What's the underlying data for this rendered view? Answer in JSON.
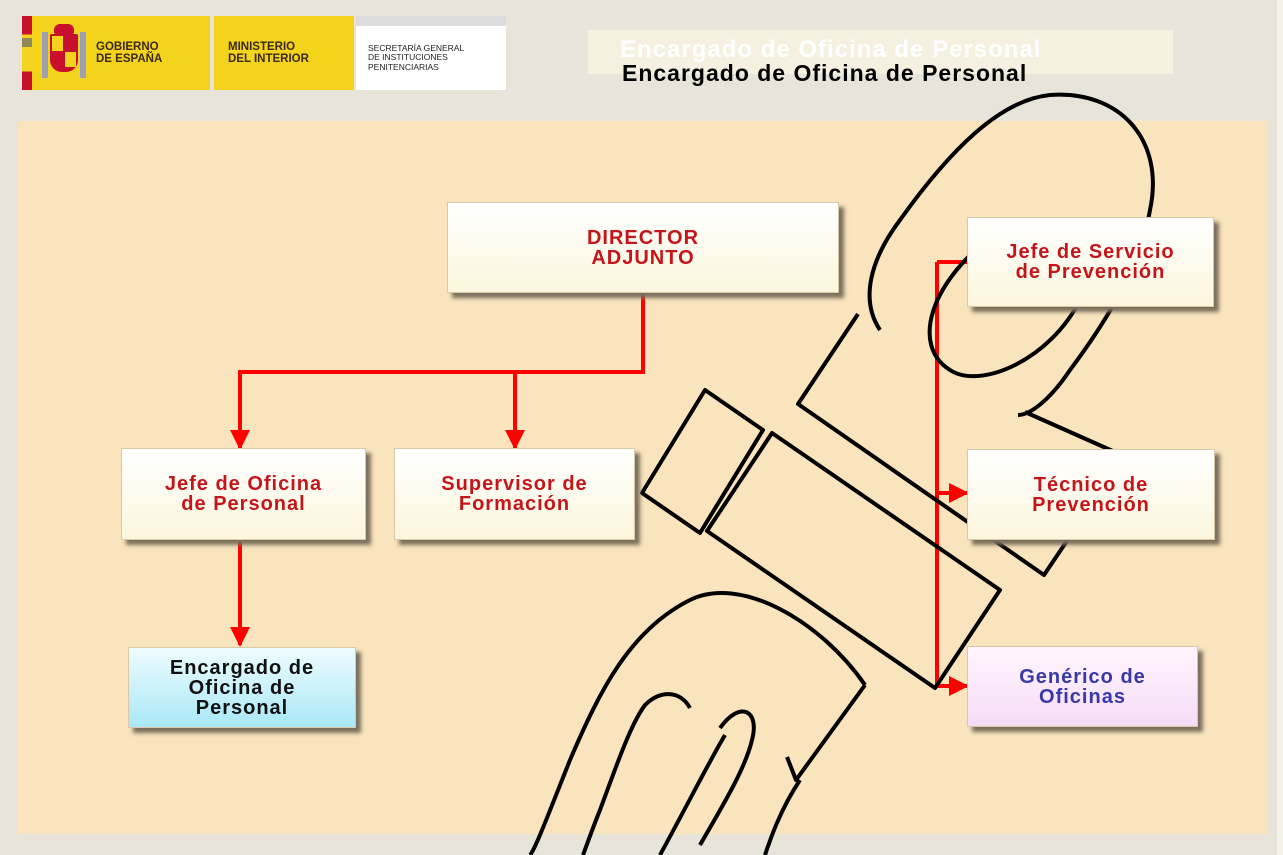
{
  "header": {
    "logo": {
      "line1": "GOBIERNO",
      "line2": "DE ESPAÑA",
      "ministry_line1": "MINISTERIO",
      "ministry_line2": "DEL INTERIOR",
      "sec_line1": "SECRETARÍA GENERAL",
      "sec_line2": "DE INSTITUCIONES",
      "sec_line3": "PENITENCIARIAS"
    },
    "ghost_title": "Encargado de Oficina de Personal",
    "title": "Encargado de Oficina de Personal"
  },
  "org_chart": {
    "director": {
      "line1": "DIRECTOR",
      "line2": "ADJUNTO"
    },
    "jefe_oficina": {
      "line1": "Jefe de Oficina",
      "line2": "de Personal"
    },
    "supervisor": {
      "line1": "Supervisor de",
      "line2": "Formación"
    },
    "encargado": {
      "line1": "Encargado de",
      "line2": "Oficina de",
      "line3": "Personal"
    },
    "jefe_servicio": {
      "line1": "Jefe de Servicio",
      "line2": "de Prevención"
    },
    "tecnico": {
      "line1": "Técnico de",
      "line2": "Prevención"
    },
    "generico": {
      "line1": "Genérico de",
      "line2": "Oficinas"
    }
  },
  "colors": {
    "connector": "#ff0000",
    "title_text": "#000000",
    "box_text_red": "#c5151b",
    "box_text_blue": "#3838a8",
    "panel_bg": "#fae4bd",
    "page_bg": "#e9e4d9",
    "highlight_box": "#a9e8f7"
  }
}
